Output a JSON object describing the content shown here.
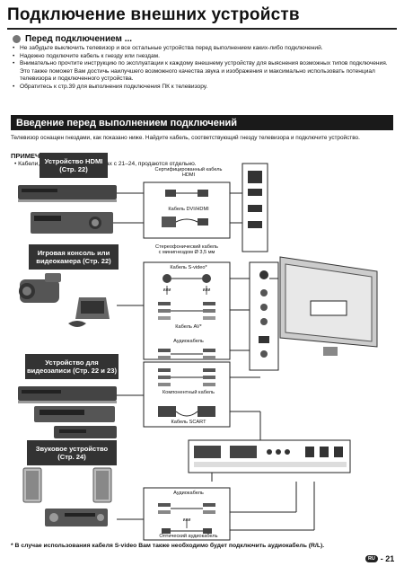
{
  "title": "Подключение внешних устройств",
  "before_connection": {
    "heading": "Перед подключением ...",
    "bullets": [
      "Не забудьте выключить телевизор и все остальные устройства перед выполнением каких-либо подключений.",
      "Надежно подключите кабель к гнезду или гнездам.",
      "Внимательно прочтите инструкцию по эксплуатации к каждому внешнему устройству для выяснения возможных типов подключения. Это также поможет Вам достичь наилучшего возможного качества звука и изображения и максимально использовать потенциал телевизора и подключенного устройства.",
      "Обратитесь к стр.39 для выполнения подключения ПК к телевизору."
    ]
  },
  "intro_section": {
    "heading": "Введение перед выполнением подключений",
    "text": "Телевизор оснащен гнездами, как показано ниже. Найдите кабель, соответствующий гнезду телевизора и подключите устройство."
  },
  "note": {
    "heading": "ПРИМЕЧАНИЕ",
    "text": "Кабели, показанные на страницах с 21–24, продаются отдельно."
  },
  "categories": {
    "hdmi_line1": "Устройство HDMI",
    "hdmi_line2": "(Стр. 22)",
    "game_line1": "Игровая консоль или",
    "game_line2": "видеокамера (Стр. 22)",
    "recorder_line1": "Устройство для",
    "recorder_line2": "видеозаписи (Стр. 22 и 23)",
    "audio_line1": "Звуковое устройство",
    "audio_line2": "(Стр. 24)"
  },
  "cables": {
    "hdmi_certified_1": "Сертифицированный кабель",
    "hdmi_certified_2": "HDMI",
    "dvi_hdmi": "Кабель DVI/HDMI",
    "stereo_1": "Стереофонический кабель",
    "stereo_2": "с минигнездом Ø 3,5 мм",
    "svideo": "Кабель S-video*",
    "or1": "или",
    "or2": "или",
    "av": "Кабель AV*",
    "audio1": "Аудиокабель",
    "component": "Компонентный кабель",
    "scart": "Кабель SCART",
    "audio2": "Аудиокабель",
    "or3": "или",
    "optical": "Оптический аудиокабель"
  },
  "footnote": "* В случае использования кабеля S-video Вам также необходимо будет подключить аудиокабель (R/L).",
  "page": {
    "lang_badge": "RU",
    "number": "21"
  }
}
